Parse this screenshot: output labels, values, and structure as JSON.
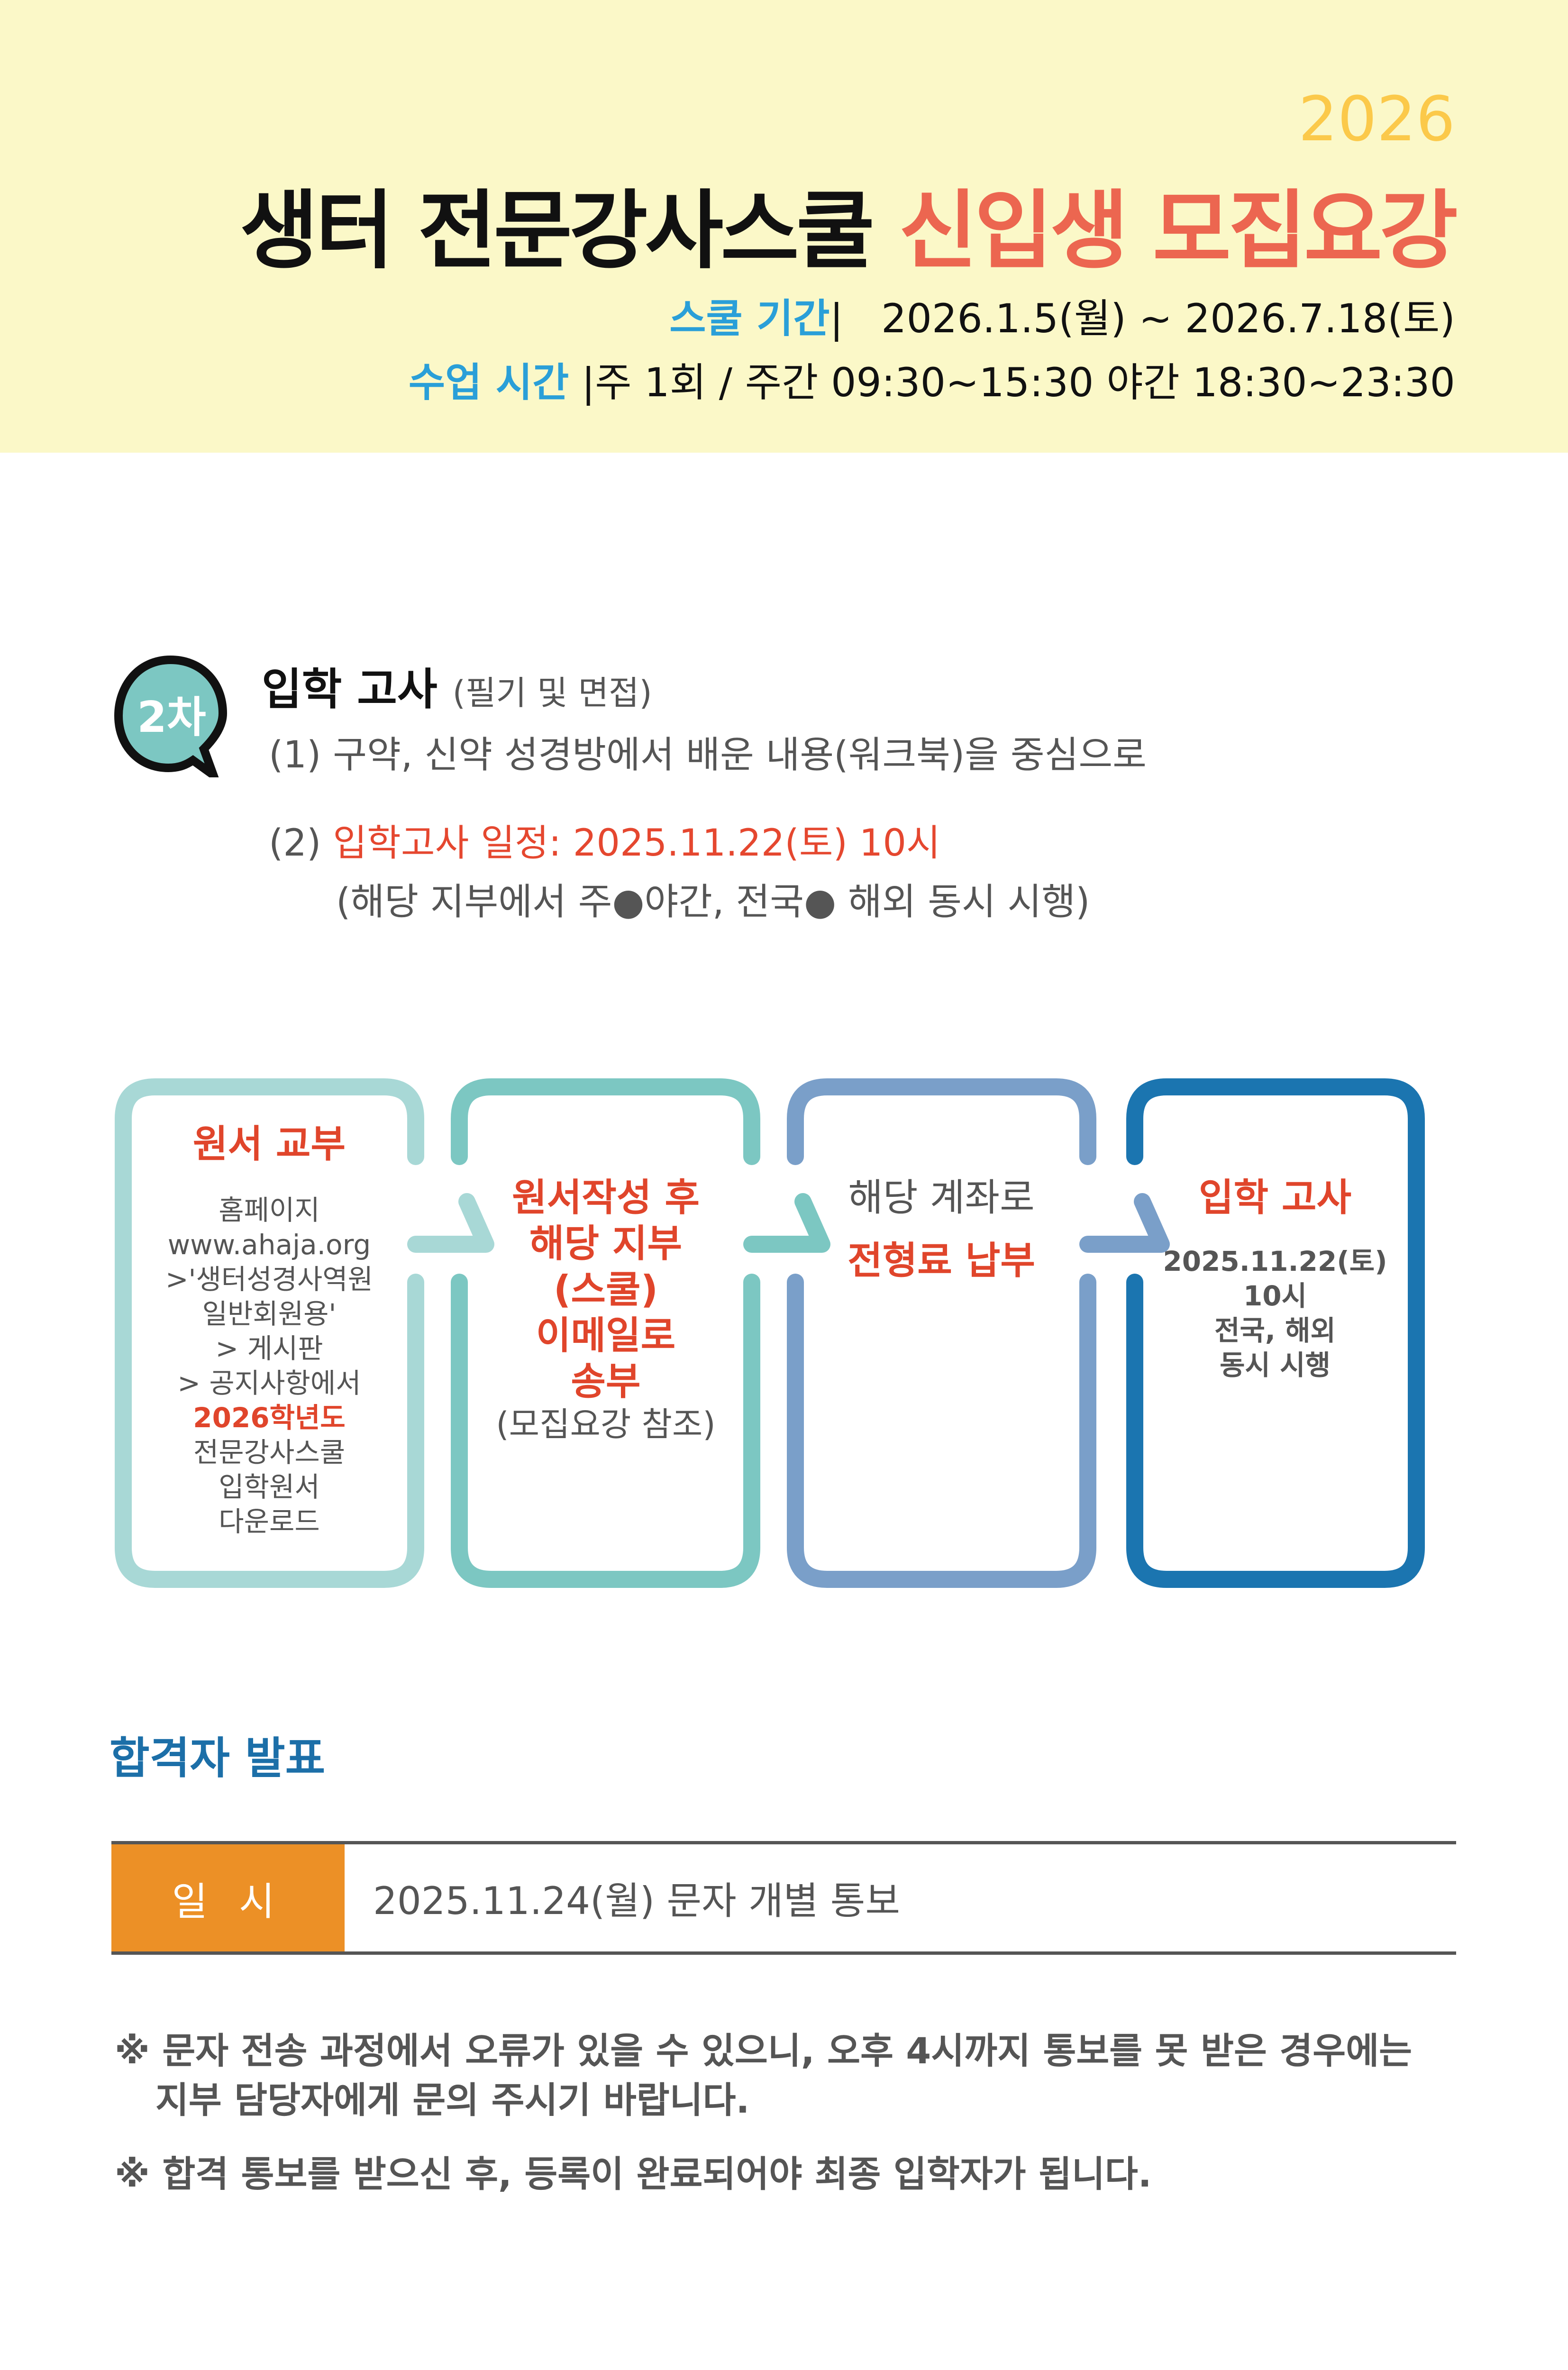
{
  "header": {
    "year": "2026",
    "title_black": "생터 전문강사스쿨",
    "title_red": "신입생 모집요강",
    "period_label": "스쿨 기간",
    "period_sep": "|",
    "period_value": "2026.1.5(월) ~ 2026.7.18(토)",
    "hours_label": "수업 시간",
    "hours_sep": "|",
    "hours_value": "주 1회 / 주간 09:30~15:30 야간 18:30~23:30"
  },
  "exam": {
    "badge": "2차",
    "heading": "입학 고사",
    "heading_sub": "(필기 및 면접)",
    "item1": "(1) 구약, 신약 성경방에서 배운 내용(워크북)을 중심으로",
    "item2_prefix": "(2)",
    "item2_red": "입학고사 일정: 2025.11.22(토) 10시",
    "item2_note": "(해당 지부에서 주●야간, 전국● 해외 동시 시행)"
  },
  "steps": [
    {
      "title": "원서 교부",
      "lines": [
        "홈페이지",
        "www.ahaja.org",
        ">'생터성경사역원",
        "일반회원용'",
        "> 게시판",
        "> 공지사항에서"
      ],
      "highlight": "2026학년도",
      "lines2": [
        "전문강사스쿨",
        "입학원서",
        "다운로드"
      ],
      "color": "#a8d8d6"
    },
    {
      "title_lines": [
        "원서작성 후",
        "해당 지부",
        "(스쿨)",
        "이메일로",
        "송부"
      ],
      "note": "(모집요강 참조)",
      "color": "#7cc7c2"
    },
    {
      "text": "해당 계좌로",
      "title": "전형료 납부",
      "color": "#7a9fc9"
    },
    {
      "title": "입학 고사",
      "lines": [
        "2025.11.22(토)",
        "10시",
        "전국, 해외",
        "동시 시행"
      ],
      "color": "#1b75b0"
    }
  ],
  "announcement": {
    "heading": "합격자 발표",
    "row_label": "일 시",
    "row_value": "2025.11.24(월) 문자 개별 통보",
    "note1_line1": "※ 문자 전송 과정에서 오류가 있을 수 있으니, 오후 4시까지 통보를 못 받은 경우에는",
    "note1_line2": "지부 담당자에게 문의 주시기 바랍니다.",
    "note2": "※ 합격 통보를 받으신 후, 등록이 완료되어야 최종 입학자가 됩니다."
  },
  "colors": {
    "header_bg": "#fbf8c8",
    "accent_red": "#e5472f",
    "accent_blue": "#2a9fd8",
    "orange": "#ec9026"
  }
}
